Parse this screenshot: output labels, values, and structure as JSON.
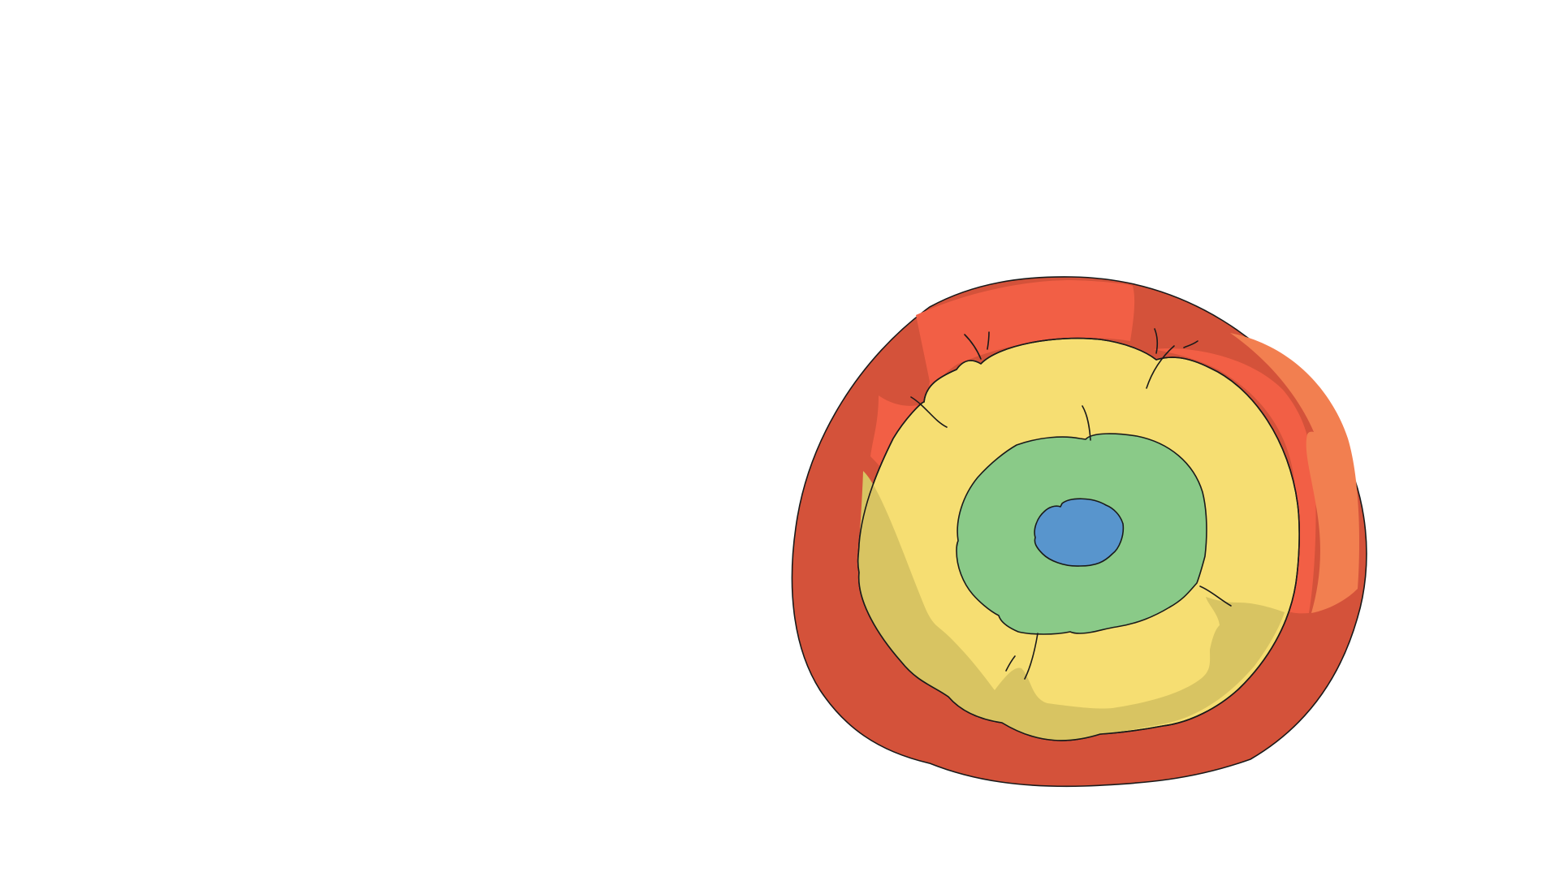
{
  "scene": {
    "subject": "layered-sphere-cross-section",
    "background_color": "#ffffff",
    "layers": [
      {
        "name": "outer-layer",
        "base_color": "#d4523a",
        "light_color": "#f25f45",
        "highlight_color": "#f27f50"
      },
      {
        "name": "middle-layer",
        "base_color": "#f6de72",
        "shade_color": "#d8c462"
      },
      {
        "name": "inner-layer",
        "base_color": "#8aca88"
      },
      {
        "name": "core",
        "base_color": "#5895cd"
      }
    ],
    "outline_color": "#1a1a1a"
  }
}
